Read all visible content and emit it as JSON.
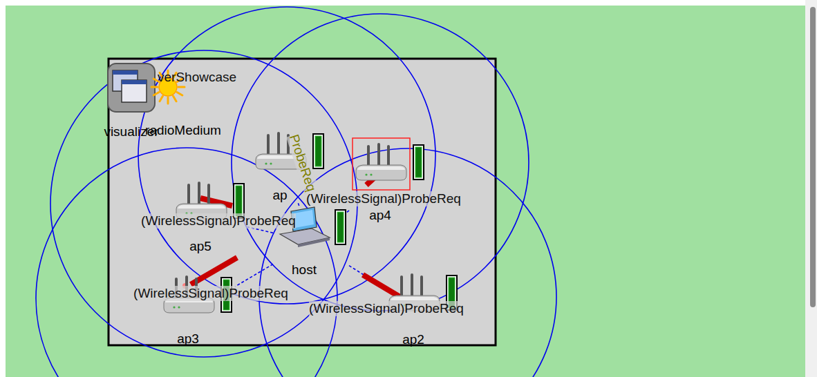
{
  "diagram": {
    "nodes": [
      {
        "text": [
          "visualizer"
        ]
      },
      {
        "text": [
          "radioMedium"
        ]
      },
      {
        "text": [
          "ap"
        ]
      },
      {
        "text": [
          "ap4"
        ]
      },
      {
        "text": [
          "ap5"
        ]
      },
      {
        "text": [
          "host"
        ]
      },
      {
        "text": [
          "ap3"
        ]
      },
      {
        "text": [
          "ap2"
        ]
      }
    ],
    "edges": [
      {
        "from": 5,
        "to": 2,
        "arrow": "none",
        "label": "ProbeReq"
      },
      {
        "from": 5,
        "to": 3,
        "arrow": "none",
        "label": "(WirelessSignal)ProbeReq"
      },
      {
        "from": 5,
        "to": 4,
        "arrow": "none",
        "label": "(WirelessSignal)ProbeReq"
      },
      {
        "from": 5,
        "to": 6,
        "arrow": "none",
        "label": "(WirelessSignal)ProbeReq"
      },
      {
        "from": 5,
        "to": 7,
        "arrow": "none",
        "label": "(WirelessSignal)ProbeReq"
      }
    ],
    "labels": [
      "verShowcase"
    ]
  }
}
